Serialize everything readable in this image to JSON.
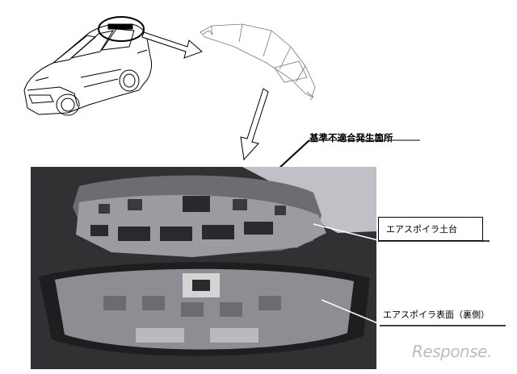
{
  "labels": {
    "defect_location": "基準不適合発生箇所",
    "spoiler_base": "エアスポイラ土台",
    "spoiler_surface": "エアスポイラ表面（裏側）"
  },
  "watermark": "Response.",
  "illustrations": {
    "car": "hatchback-car-line-drawing",
    "part": "air-spoiler-line-drawing",
    "photo": "spoiler-parts-photo"
  },
  "colors": {
    "photo_background": "#2f2f31",
    "line": "#000000",
    "watermark": "#bcbcbc"
  }
}
